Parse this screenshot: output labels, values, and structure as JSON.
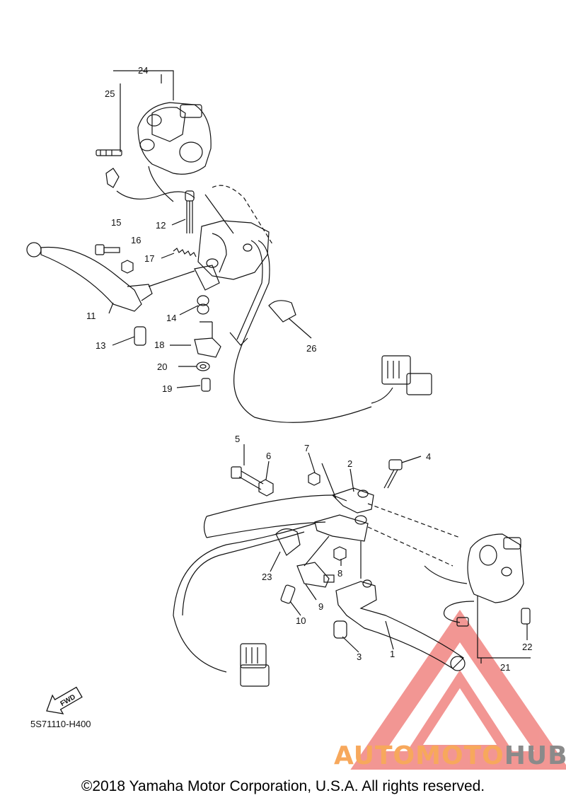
{
  "callouts": {
    "c1": "1",
    "c2": "2",
    "c3": "3",
    "c4": "4",
    "c5": "5",
    "c6": "6",
    "c7": "7",
    "c8": "8",
    "c9": "9",
    "c10": "10",
    "c11": "11",
    "c12": "12",
    "c13": "13",
    "c14": "14",
    "c15": "15",
    "c16": "16",
    "c17": "17",
    "c18": "18",
    "c19": "19",
    "c20": "20",
    "c21": "21",
    "c22": "22",
    "c23": "23",
    "c24": "24",
    "c25": "25",
    "c26": "26"
  },
  "fwd_label": "FWD",
  "diagram_code": "5S71110-H400",
  "copyright": "©2018 Yamaha Motor Corporation, U.S.A. All rights reserved.",
  "watermark": {
    "part1": "AUTOMOTO",
    "part2": "HUB",
    "color1": "#f7a85c",
    "color2": "#8a8a8a",
    "logo_color": "#e8413c"
  }
}
